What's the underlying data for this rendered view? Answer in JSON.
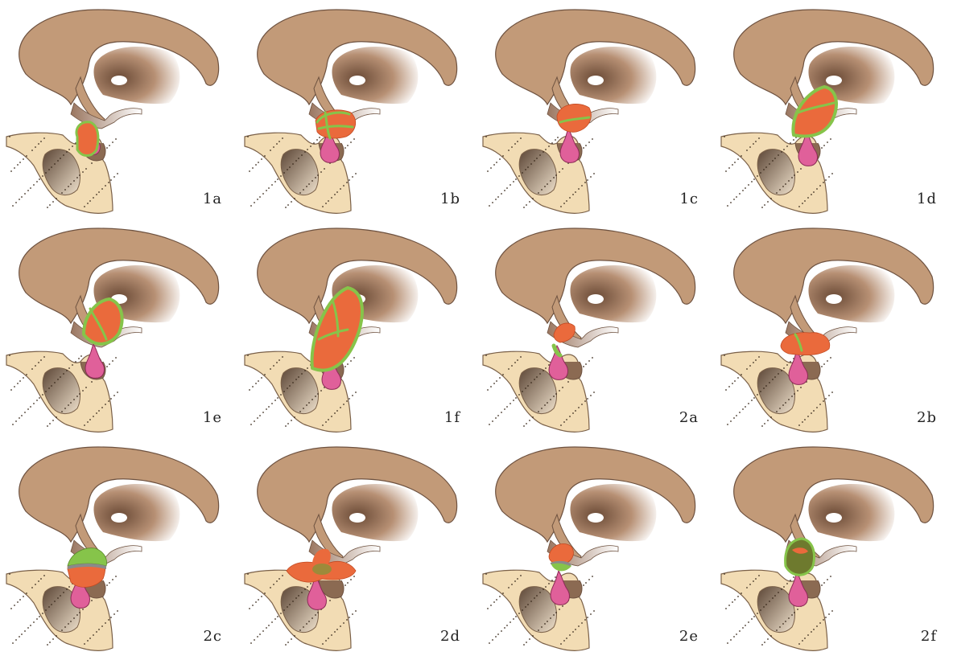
{
  "panels": [
    {
      "id": "1a",
      "label": "1a",
      "variant": "1a"
    },
    {
      "id": "1b",
      "label": "1b",
      "variant": "1b"
    },
    {
      "id": "1c",
      "label": "1c",
      "variant": "1c"
    },
    {
      "id": "1d",
      "label": "1d",
      "variant": "1d"
    },
    {
      "id": "1e",
      "label": "1e",
      "variant": "1e"
    },
    {
      "id": "1f",
      "label": "1f",
      "variant": "1f"
    },
    {
      "id": "2a",
      "label": "2a",
      "variant": "2a"
    },
    {
      "id": "2b",
      "label": "2b",
      "variant": "2b"
    },
    {
      "id": "2c",
      "label": "2c",
      "variant": "2c"
    },
    {
      "id": "2d",
      "label": "2d",
      "variant": "2d"
    },
    {
      "id": "2e",
      "label": "2e",
      "variant": "2e"
    },
    {
      "id": "2f",
      "label": "2f",
      "variant": "2f"
    }
  ],
  "colors": {
    "brain": "#c29a78",
    "brain_edge": "#6e5240",
    "ventricle_dark": "#6a4a36",
    "bone": "#f2dcb4",
    "bone_edge": "#7a6048",
    "bone_dots": "#3a2a1c",
    "sinus_dark": "#5c4636",
    "pituitary": "#e0609a",
    "pituitary_edge": "#8a2a55",
    "tumor": "#ea6a3c",
    "capsule": "#86c44a",
    "cleft": "#8a8a8a",
    "label_text": "#222222"
  }
}
